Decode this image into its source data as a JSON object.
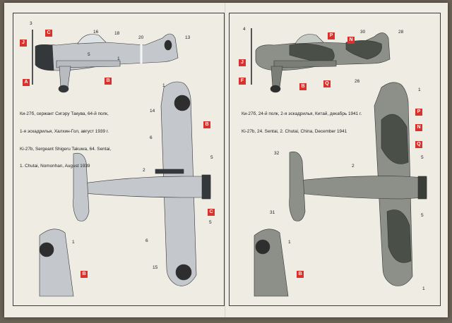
{
  "left_panel": {
    "caption_lines": [
      "Ки-27б, сержант Сигэру Такува, 64-й полк,",
      "1-я эскадрилья, Халхин-Гол, август 1939 г.",
      "Ki-27b, Sergeant Shigeru Takuwa, 64. Sentai,",
      "1. Chutai, Nomonhan, August 1939"
    ],
    "colors": {
      "base": "#c4c8cc",
      "cowl": "#34383a",
      "hinomaru": "#2e2e2e"
    },
    "side_callouts": [
      "C",
      "J",
      "A",
      "B"
    ],
    "side_numbers": [
      "3",
      "16",
      "18",
      "20",
      "13",
      "5",
      "1"
    ],
    "top_callouts": [
      "B",
      "C"
    ],
    "top_numbers": [
      "1",
      "14",
      "6",
      "2",
      "5",
      "5",
      "6",
      "15"
    ],
    "detail_callouts": [
      "B"
    ],
    "detail_numbers": [
      "1"
    ]
  },
  "right_panel": {
    "caption_lines": [
      "Ки-27б, 24-й полк, 2-я эскадрилья, Китай, декабрь 1941 г.",
      "Ki-27b, 24. Sentai, 2. Chutai, China, December 1941"
    ],
    "colors": {
      "base": "#8c9088",
      "camo": "#4a5048",
      "hinomaru": "#2e2e2e"
    },
    "side_callouts": [
      "P",
      "N",
      "J",
      "F",
      "B",
      "Q"
    ],
    "side_numbers": [
      "4",
      "30",
      "28",
      "26"
    ],
    "top_callouts": [
      "P",
      "N",
      "Q"
    ],
    "top_numbers": [
      "1",
      "5",
      "32",
      "2",
      "5",
      "31",
      "1"
    ],
    "detail_callouts": [
      "B"
    ],
    "detail_numbers": [
      "1"
    ]
  }
}
